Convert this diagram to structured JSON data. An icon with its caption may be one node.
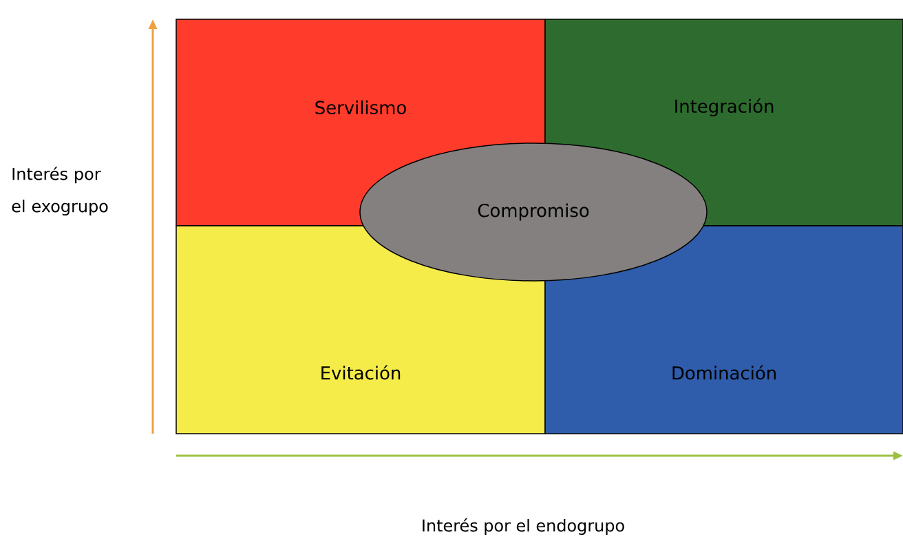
{
  "diagram": {
    "nodes": [
      {
        "text": [
          "Servilismo"
        ]
      },
      {
        "text": [
          "Integración"
        ]
      },
      {
        "text": [
          "Evitación"
        ]
      },
      {
        "text": [
          "Dominación"
        ]
      },
      {
        "text": [
          "Compromiso"
        ]
      }
    ],
    "labels": [
      "Interés por el exogrupo",
      "Interés por el endogrupo"
    ]
  }
}
